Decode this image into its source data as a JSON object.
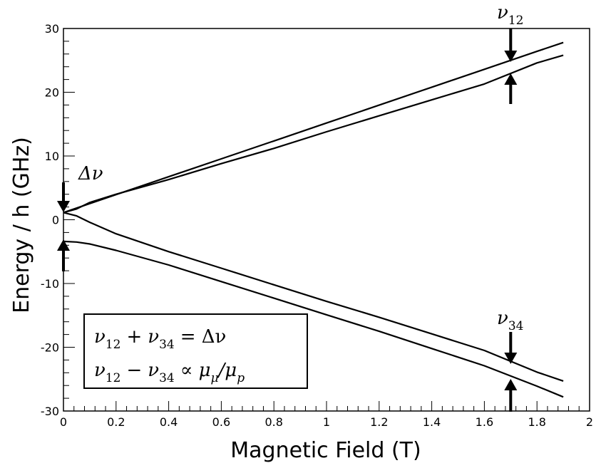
{
  "chart_data": {
    "type": "line",
    "xlabel": "Magnetic Field (T)",
    "ylabel": "Energy / h (GHz)",
    "xlim": [
      0,
      2
    ],
    "ylim": [
      -30,
      30
    ],
    "xticks": [
      "0",
      "0.2",
      "0.4",
      "0.6",
      "0.8",
      "1",
      "1.2",
      "1.4",
      "1.6",
      "1.8",
      "2"
    ],
    "yticks": [
      "30",
      "20",
      "10",
      "0",
      "-10",
      "-20",
      "-30"
    ],
    "grid": false,
    "series": [
      {
        "x": [
          0,
          0.2,
          0.4,
          0.6,
          0.8,
          1.0,
          1.2,
          1.4,
          1.6,
          1.8,
          1.9
        ],
        "y": [
          1.13,
          3.94,
          6.75,
          9.55,
          12.36,
          15.17,
          17.98,
          20.79,
          23.6,
          26.41,
          27.8
        ]
      },
      {
        "x": [
          0,
          0.05,
          0.1,
          0.2,
          0.4,
          0.6,
          0.8,
          1.0,
          1.2,
          1.4,
          1.6,
          1.8,
          1.9
        ],
        "y": [
          1.13,
          1.7,
          2.7,
          4.0,
          6.3,
          8.8,
          11.2,
          13.8,
          16.3,
          18.8,
          21.3,
          24.6,
          25.8
        ]
      },
      {
        "x": [
          0,
          0.05,
          0.1,
          0.2,
          0.4,
          0.6,
          0.8,
          1.0,
          1.2,
          1.4,
          1.6,
          1.8,
          1.9
        ],
        "y": [
          1.13,
          0.6,
          -0.4,
          -2.2,
          -5.0,
          -7.6,
          -10.2,
          -12.8,
          -15.3,
          -17.9,
          -20.5,
          -23.9,
          -25.3
        ]
      },
      {
        "x": [
          0,
          0.05,
          0.1,
          0.2,
          0.4,
          0.6,
          0.8,
          1.0,
          1.2,
          1.4,
          1.6,
          1.8,
          1.9
        ],
        "y": [
          -3.4,
          -3.5,
          -3.8,
          -4.8,
          -7.1,
          -9.7,
          -12.3,
          -14.9,
          -17.5,
          -20.2,
          -22.9,
          -26.1,
          -27.8
        ]
      }
    ],
    "annotations": {
      "nu12": {
        "text": "ν",
        "sub": "12",
        "x": 1.7
      },
      "nu34": {
        "text": "ν",
        "sub": "34",
        "x": 1.7
      },
      "dnu": {
        "text": "Δν",
        "x": 0
      },
      "box": [
        {
          "a": "ν",
          "as": "12",
          "op": "+",
          "b": "ν",
          "bs": "34",
          "rel": "= Δν",
          "tail": "",
          "tailsub": ""
        },
        {
          "a": "ν",
          "as": "12",
          "op": "−",
          "b": "ν",
          "bs": "34",
          "rel": "∝ μ",
          "tail": "/μ",
          "tailsub": "μ",
          "tailsub2": "p"
        }
      ]
    }
  }
}
